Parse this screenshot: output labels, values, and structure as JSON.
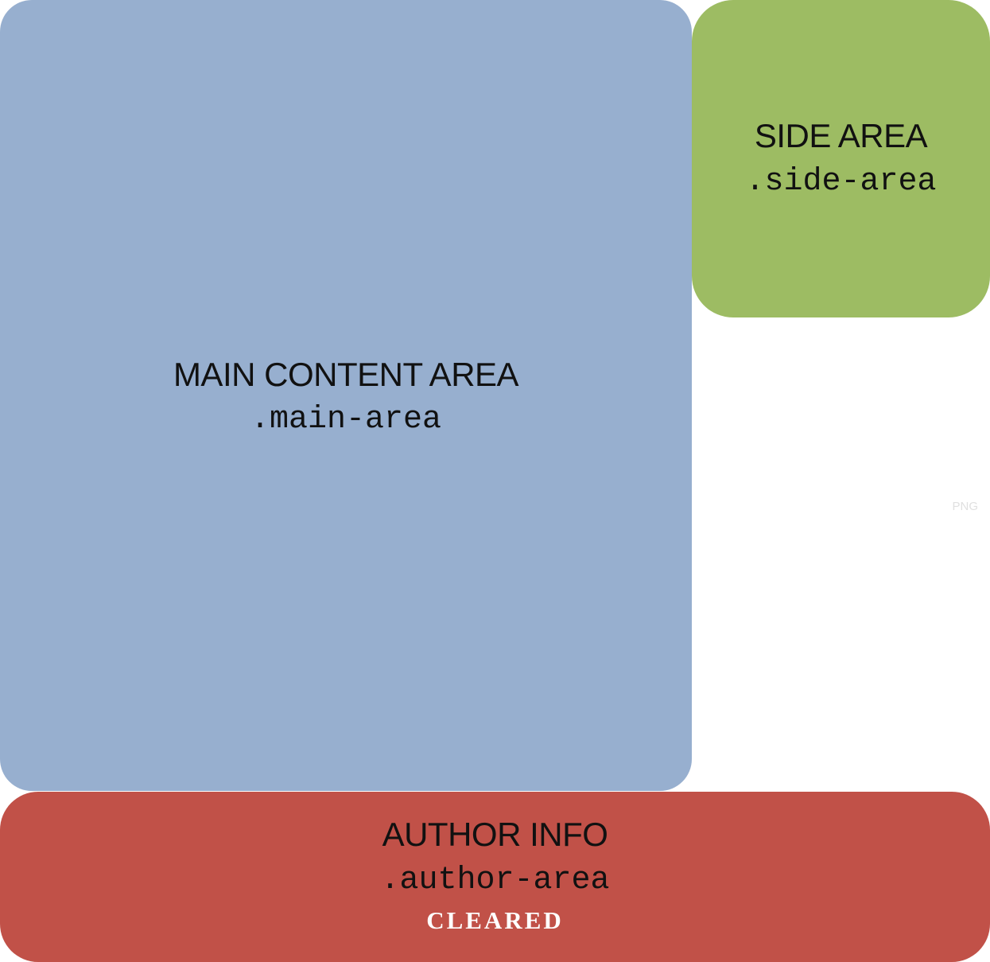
{
  "main": {
    "title": "MAIN CONTENT AREA",
    "class_name": ".main-area",
    "color": "#97afcf"
  },
  "side": {
    "title": "SIDE AREA",
    "class_name": ".side-area",
    "color": "#9dbc63"
  },
  "author": {
    "title": "AUTHOR INFO",
    "class_name": ".author-area",
    "label": "CLEARED",
    "color": "#c15148"
  },
  "watermark": "PNG"
}
